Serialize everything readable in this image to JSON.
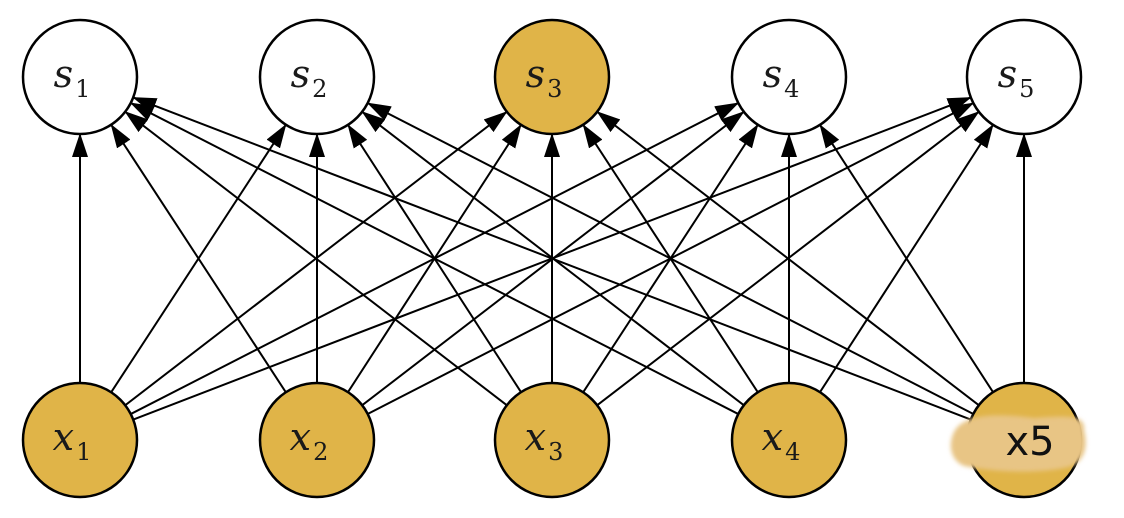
{
  "colors": {
    "filled": "#E0B448",
    "empty": "#FFFFFF",
    "stroke": "#000000",
    "patch": "#E8C585"
  },
  "top_row": [
    {
      "id": "s1",
      "var": "s",
      "sub": "1",
      "filled": false
    },
    {
      "id": "s2",
      "var": "s",
      "sub": "2",
      "filled": false
    },
    {
      "id": "s3",
      "var": "s",
      "sub": "3",
      "filled": true
    },
    {
      "id": "s4",
      "var": "s",
      "sub": "4",
      "filled": false
    },
    {
      "id": "s5",
      "var": "s",
      "sub": "5",
      "filled": false
    }
  ],
  "bottom_row": [
    {
      "id": "x1",
      "var": "x",
      "sub": "1",
      "filled": true
    },
    {
      "id": "x2",
      "var": "x",
      "sub": "2",
      "filled": true
    },
    {
      "id": "x3",
      "var": "x",
      "sub": "3",
      "filled": true
    },
    {
      "id": "x4",
      "var": "x",
      "sub": "4",
      "filled": true
    },
    {
      "id": "x5",
      "var": "",
      "sub": "",
      "filled": true
    }
  ],
  "overwritten_label": "x5",
  "connections": "fully-connected"
}
